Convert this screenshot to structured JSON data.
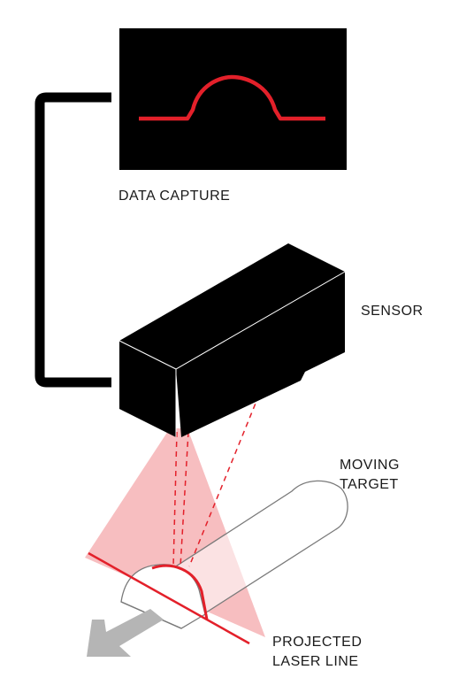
{
  "labels": {
    "data_capture": "DATA CAPTURE",
    "sensor": "SENSOR",
    "moving_target_line1": "MOVING",
    "moving_target_line2": "TARGET",
    "projected_laser_line1": "PROJECTED",
    "projected_laser_line2": "LASER LINE"
  },
  "colors": {
    "laser_red": "#e3202a",
    "laser_fan": "#f6b3b5",
    "sensor_black": "#000000",
    "arrow_gray": "#b5b5b5",
    "outline_gray": "#8a8a8a"
  }
}
